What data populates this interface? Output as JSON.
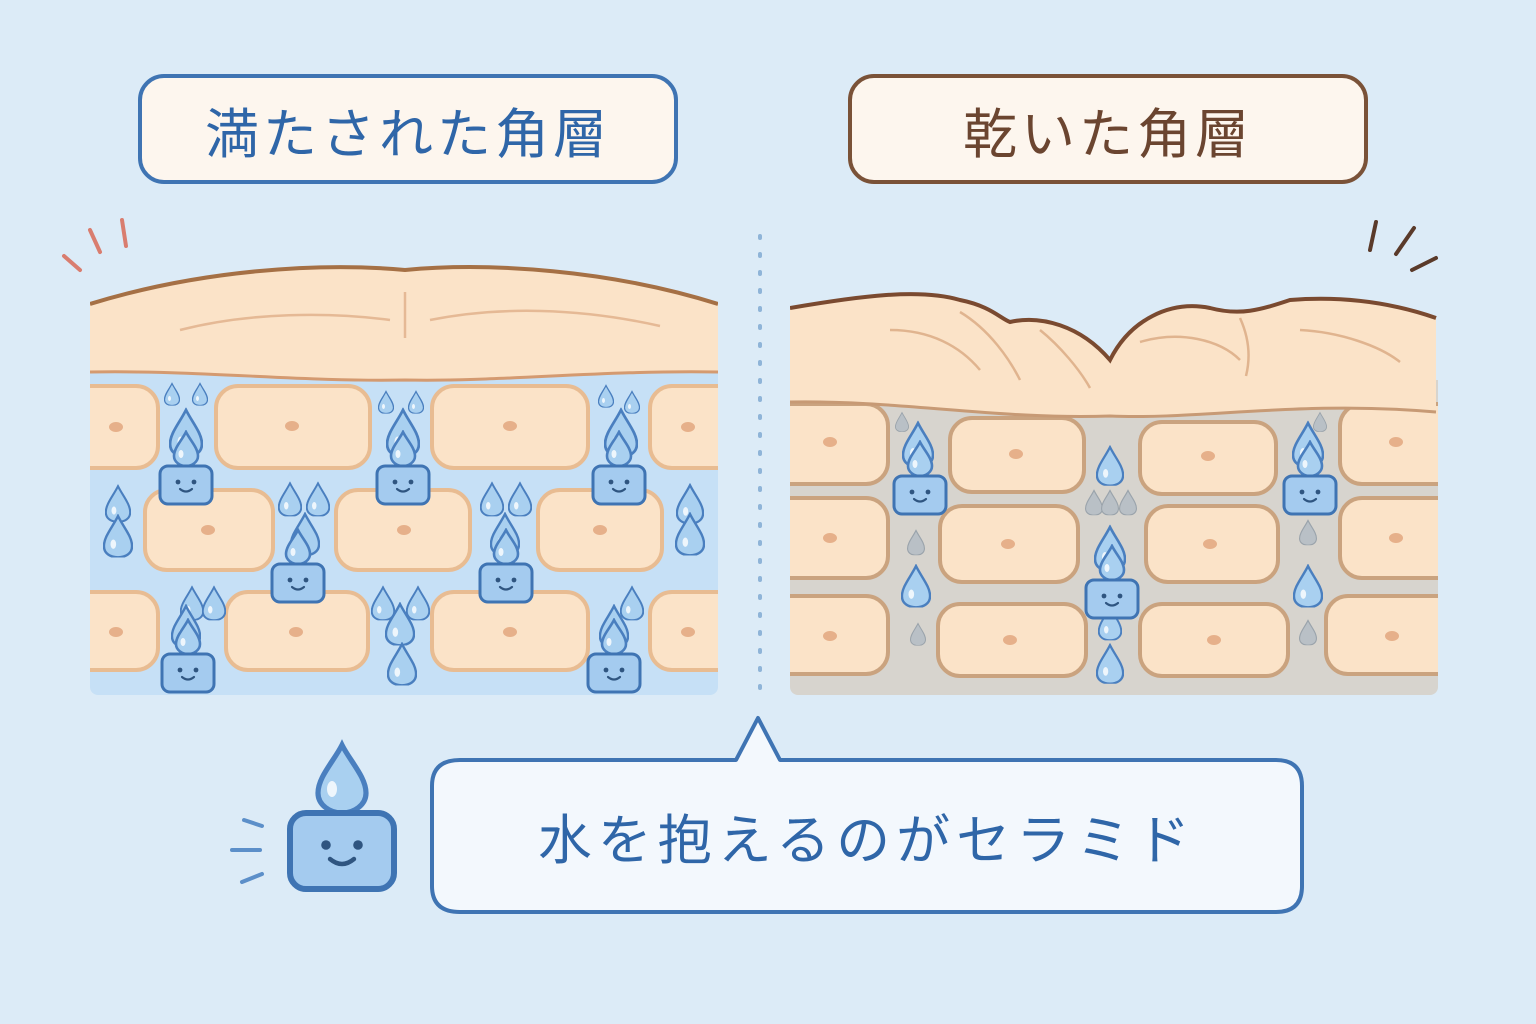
{
  "labels": {
    "moist_title": "満たされた角層",
    "dry_title": "乾いた角層"
  },
  "caption": {
    "text": "水を抱えるのがセラミド"
  },
  "icons": {
    "water_drop": "water-drop-icon",
    "ceramide_mascot": "ceramide-block-face-icon"
  },
  "colors": {
    "background": "#dcebf7",
    "skin_cell": "#fbe3c8",
    "cell_outline": "#e8bc92",
    "water": "#a9d0f0",
    "water_outline": "#4a7fbf",
    "moist_title": "#2f66a8",
    "dry_title": "#6b4530",
    "dry_gap": "#d7d4ce"
  }
}
